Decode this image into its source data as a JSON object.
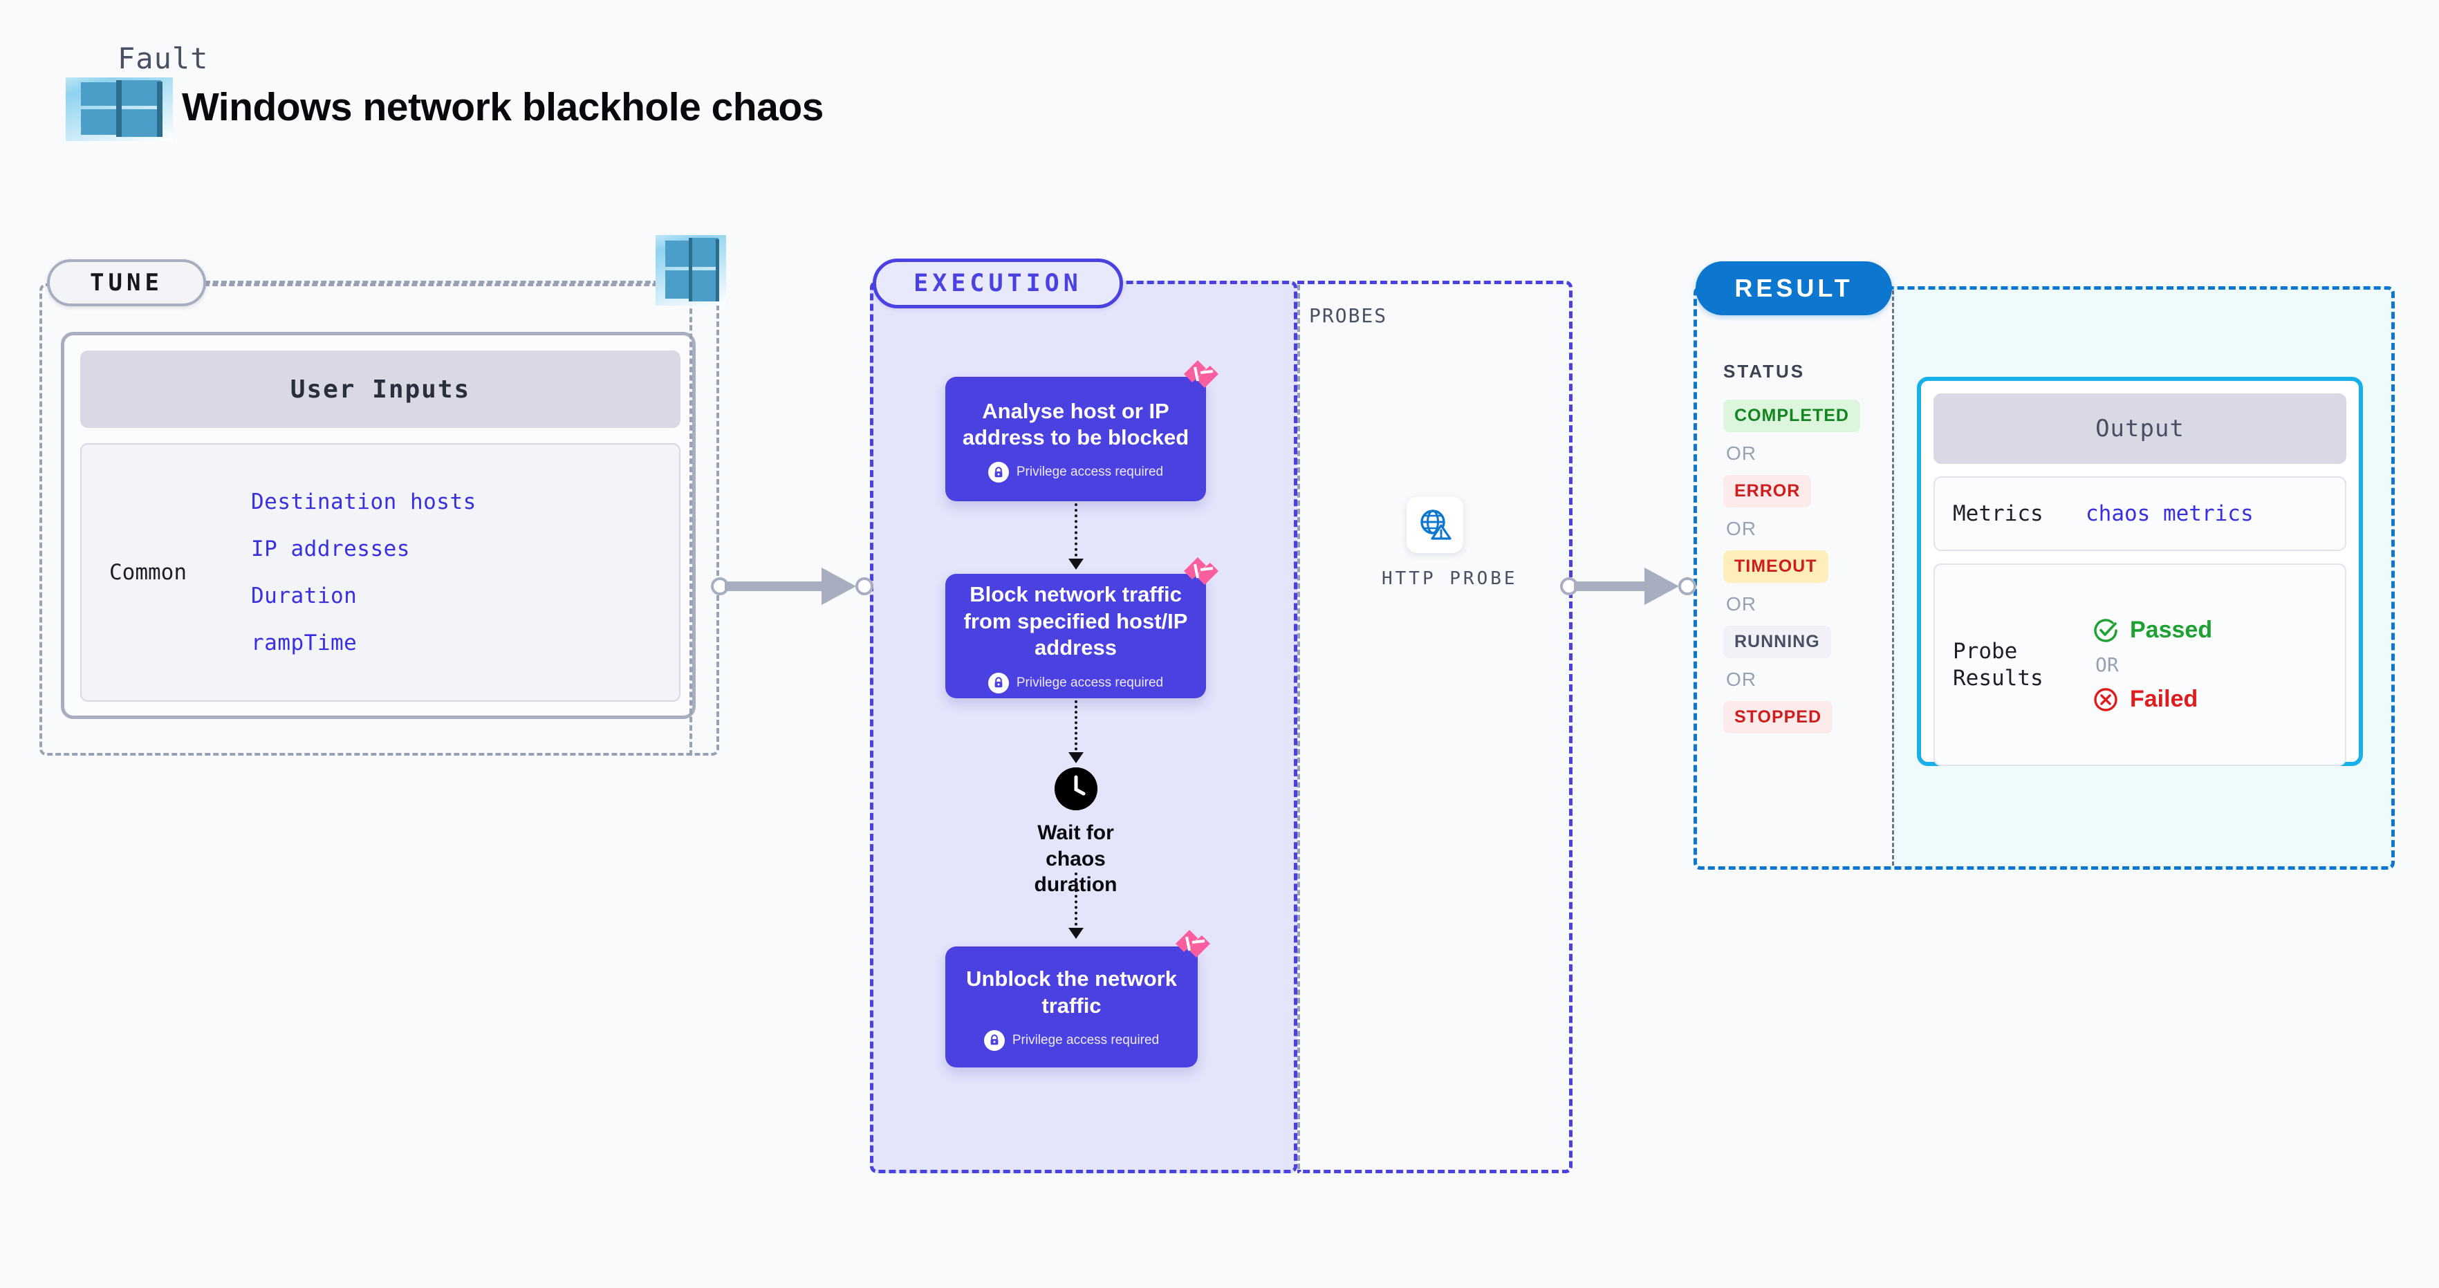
{
  "header": {
    "fault_label": "Fault",
    "title": "Windows network blackhole chaos",
    "logo_icon": "windows-logo-icon"
  },
  "tune": {
    "pill_label": "TUNE",
    "logo_icon": "windows-logo-icon",
    "card": {
      "header": "User Inputs",
      "group_label": "Common",
      "parameters": [
        "Destination hosts",
        "IP addresses",
        "Duration",
        "rampTime"
      ]
    }
  },
  "execution": {
    "pill_label": "EXECUTION",
    "steps": [
      {
        "title": "Analyse host or IP address to be blocked",
        "privilege_note": "Privilege access required",
        "lock_icon": "lock-icon",
        "ribbon_icon": "litmus-ribbon-icon"
      },
      {
        "title": "Block network traffic from specified host/IP address",
        "privilege_note": "Privilege access required",
        "lock_icon": "lock-icon",
        "ribbon_icon": "litmus-ribbon-icon"
      },
      {
        "title": "Unblock the network traffic",
        "privilege_note": "Privilege access required",
        "lock_icon": "lock-icon",
        "ribbon_icon": "litmus-ribbon-icon"
      }
    ],
    "wait_node": {
      "label": "Wait for chaos duration",
      "icon": "clock-icon"
    }
  },
  "probes": {
    "section_label": "PROBES",
    "items": [
      {
        "label": "HTTP PROBE",
        "icon": "globe-warning-icon"
      }
    ]
  },
  "result": {
    "pill_label": "RESULT",
    "status_label": "STATUS",
    "or_separator": "OR",
    "statuses": [
      {
        "label": "COMPLETED",
        "bg": "#ddf5dd",
        "fg": "#12851f"
      },
      {
        "label": "ERROR",
        "bg": "#fdeaea",
        "fg": "#cf1c1c"
      },
      {
        "label": "TIMEOUT",
        "bg": "#fdeebb",
        "fg": "#cf1c1c"
      },
      {
        "label": "RUNNING",
        "bg": "#f1f2f7",
        "fg": "#4a4f63"
      },
      {
        "label": "STOPPED",
        "bg": "#fdeaea",
        "fg": "#cf1c1c"
      }
    ],
    "output": {
      "header": "Output",
      "metrics_key": "Metrics",
      "metrics_value": "chaos metrics",
      "probe_results_key": "Probe Results",
      "passed_label": "Passed",
      "failed_label": "Failed",
      "or_separator": "OR",
      "passed_icon": "check-circle-icon",
      "failed_icon": "x-circle-icon"
    }
  },
  "colors": {
    "execution_purple": "#4b40e0",
    "result_blue": "#0d76cf",
    "output_cyan": "#18b0e8",
    "ribbon_pink": "#fb5e9e",
    "param_blue": "#3a2fe0",
    "gray_dash": "#9aa0b4"
  }
}
